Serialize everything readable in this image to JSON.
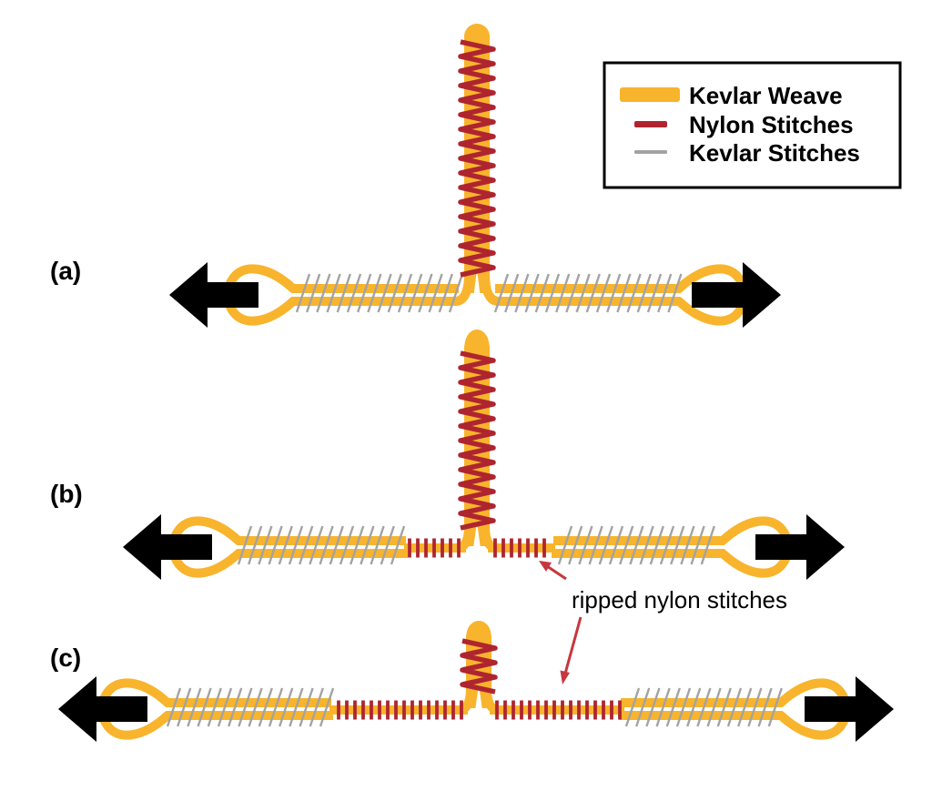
{
  "figure": {
    "background": "#ffffff",
    "panels": [
      {
        "id": "a",
        "label": "(a)"
      },
      {
        "id": "b",
        "label": "(b)"
      },
      {
        "id": "c",
        "label": "(c)"
      }
    ],
    "legend": {
      "items": [
        {
          "label": "Kevlar Weave",
          "color": "#F8B42C"
        },
        {
          "label": "Nylon Stitches",
          "color": "#AE2530"
        },
        {
          "label": "Kevlar Stitches",
          "color": "#A3A3A3"
        }
      ]
    },
    "annotation": {
      "text": "ripped nylon stitches",
      "arrow_color": "#C6383E"
    },
    "colors": {
      "kevlar_weave": "#F8B42C",
      "nylon_stitches": "#AE2530",
      "kevlar_stitches": "#A3A3A3",
      "tension_arrows": "#000000"
    }
  }
}
